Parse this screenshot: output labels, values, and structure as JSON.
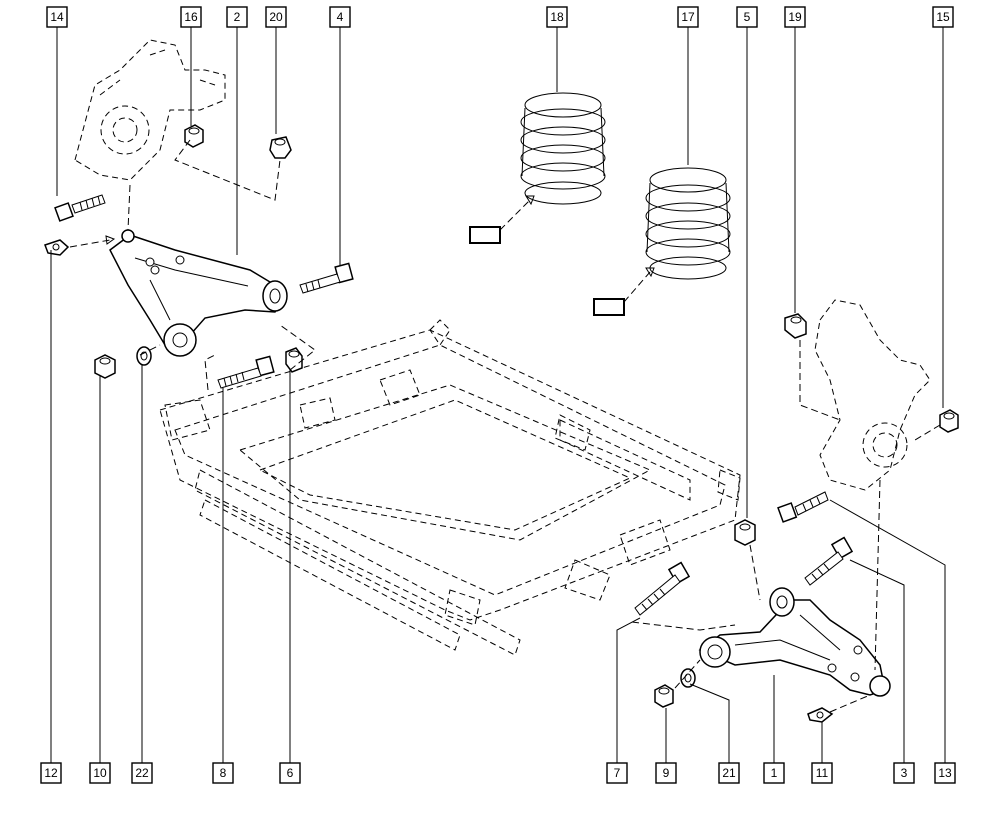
{
  "diagram": {
    "callouts": [
      {
        "id": "c14",
        "label": "14"
      },
      {
        "id": "c16",
        "label": "16"
      },
      {
        "id": "c2",
        "label": "2"
      },
      {
        "id": "c20",
        "label": "20"
      },
      {
        "id": "c4",
        "label": "4"
      },
      {
        "id": "c18",
        "label": "18"
      },
      {
        "id": "c17",
        "label": "17"
      },
      {
        "id": "c5",
        "label": "5"
      },
      {
        "id": "c19",
        "label": "19"
      },
      {
        "id": "c15",
        "label": "15"
      },
      {
        "id": "c12",
        "label": "12"
      },
      {
        "id": "c10",
        "label": "10"
      },
      {
        "id": "c22",
        "label": "22"
      },
      {
        "id": "c8",
        "label": "8"
      },
      {
        "id": "c6",
        "label": "6"
      },
      {
        "id": "c7",
        "label": "7"
      },
      {
        "id": "c9",
        "label": "9"
      },
      {
        "id": "c21",
        "label": "21"
      },
      {
        "id": "c1",
        "label": "1"
      },
      {
        "id": "c11",
        "label": "11"
      },
      {
        "id": "c3",
        "label": "3"
      },
      {
        "id": "c13",
        "label": "13"
      }
    ]
  }
}
